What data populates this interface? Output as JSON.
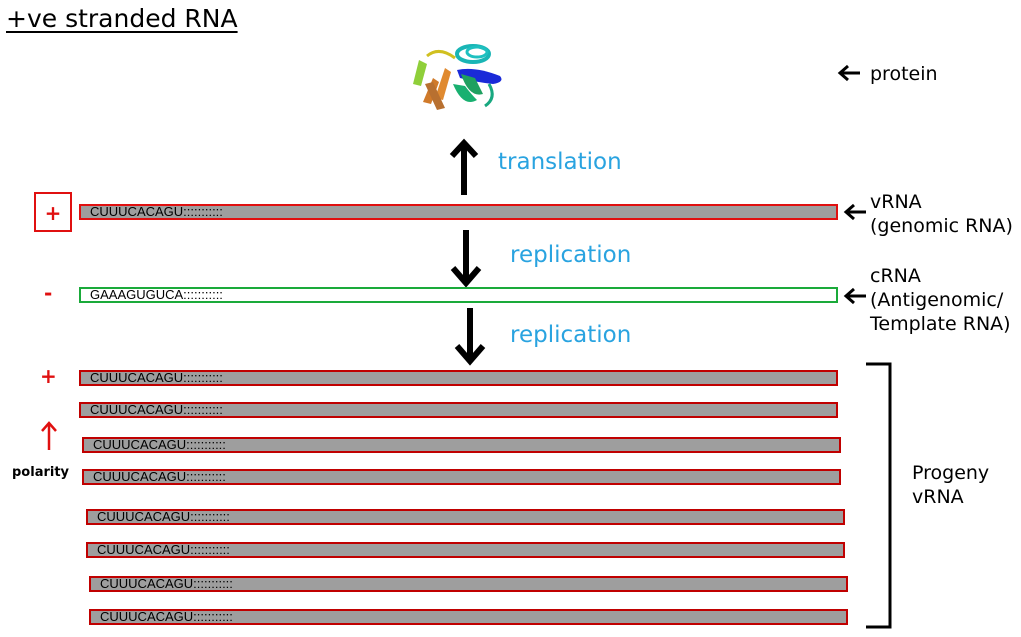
{
  "title": "+ve stranded RNA",
  "protein_label": "protein",
  "translation_label": "translation",
  "replication_label_1": "replication",
  "replication_label_2": "replication",
  "vrna_label": [
    "vRNA",
    "(genomic RNA)"
  ],
  "crna_label": [
    "cRNA",
    "(Antigenomic/",
    "Template RNA)"
  ],
  "progeny_label": [
    "Progeny",
    "vRNA"
  ],
  "plus_sign": "+",
  "minus_sign": "-",
  "polarity_label": "polarity",
  "genomic_sequence": "CUUUCACAGU:::::::::::",
  "antigenomic_sequence": "GAAAGUGUCA:::::::::::",
  "progeny_sequences": [
    "CUUUCACAGU:::::::::::",
    "CUUUCACAGU:::::::::::",
    "CUUUCACAGU:::::::::::",
    "CUUUCACAGU:::::::::::",
    "CUUUCACAGU:::::::::::",
    "CUUUCACAGU:::::::::::",
    "CUUUCACAGU:::::::::::",
    "CUUUCACAGU:::::::::::"
  ],
  "colors": {
    "positive_strand_border": "#e01010",
    "negative_strand_border": "#1aaa3a",
    "strand_fill": "#9e9e9e",
    "process_label": "#29a3e0",
    "sign": "#e01010"
  }
}
